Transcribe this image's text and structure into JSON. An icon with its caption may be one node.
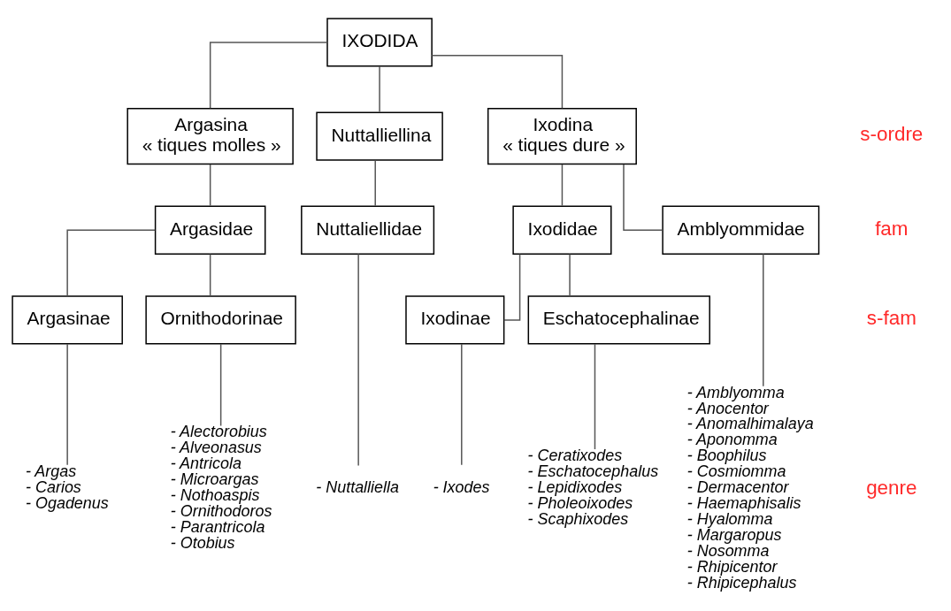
{
  "diagram": {
    "nodes": [
      {
        "text": [
          "IXODIDA"
        ]
      },
      {
        "text": [
          "Argasina",
          "« tiques molles »"
        ]
      },
      {
        "text": [
          "Nuttalliellina"
        ]
      },
      {
        "text": [
          "Ixodina",
          "« tiques dure »"
        ]
      },
      {
        "text": [
          "Argasidae"
        ]
      },
      {
        "text": [
          "Nuttaliellidae"
        ]
      },
      {
        "text": [
          "Ixodidae"
        ]
      },
      {
        "text": [
          "Amblyommidae"
        ]
      },
      {
        "text": [
          "Argasinae"
        ]
      },
      {
        "text": [
          "Ornithodorinae"
        ]
      },
      {
        "text": [
          "Ixodinae"
        ]
      },
      {
        "text": [
          "Eschatocephalinae"
        ]
      },
      {
        "text": [
          "- Argas",
          "- Carios",
          "- Ogadenus"
        ]
      },
      {
        "text": [
          "- Alectorobius",
          "- Alveonasus",
          "- Antricola",
          "- Microargas",
          "- Nothoaspis",
          "- Ornithodoros",
          "- Parantricola",
          "- Otobius"
        ]
      },
      {
        "text": [
          "- Nuttalliella"
        ]
      },
      {
        "text": [
          "- Ixodes"
        ]
      },
      {
        "text": [
          "- Ceratixodes",
          "- Eschatocephalus",
          "- Lepidixodes",
          "- Pholeoixodes",
          "- Scaphixodes"
        ]
      },
      {
        "text": [
          "- Amblyomma",
          "- Anocentor",
          "- Anomalhimalaya",
          "- Aponomma",
          "- Boophilus",
          "- Cosmiomma",
          "- Dermacentor",
          "- Haemaphisalis",
          "- Hyalomma",
          "- Margaropus",
          "- Nosomma",
          "- Rhipicentor",
          "- Rhipicephalus"
        ]
      }
    ],
    "edges": [
      {
        "from": 0,
        "to": 1,
        "arrow": "none"
      },
      {
        "from": 0,
        "to": 2,
        "arrow": "none"
      },
      {
        "from": 0,
        "to": 3,
        "arrow": "none"
      },
      {
        "from": 1,
        "to": 4,
        "arrow": "none"
      },
      {
        "from": 2,
        "to": 5,
        "arrow": "none"
      },
      {
        "from": 3,
        "to": 6,
        "arrow": "none"
      },
      {
        "from": 3,
        "to": 7,
        "arrow": "none"
      },
      {
        "from": 4,
        "to": 8,
        "arrow": "none"
      },
      {
        "from": 4,
        "to": 9,
        "arrow": "none"
      },
      {
        "from": 6,
        "to": 10,
        "arrow": "none"
      },
      {
        "from": 6,
        "to": 11,
        "arrow": "none"
      },
      {
        "from": 8,
        "to": 12,
        "arrow": "none"
      },
      {
        "from": 9,
        "to": 13,
        "arrow": "none"
      },
      {
        "from": 5,
        "to": 14,
        "arrow": "none"
      },
      {
        "from": 10,
        "to": 15,
        "arrow": "none"
      },
      {
        "from": 11,
        "to": 16,
        "arrow": "none"
      },
      {
        "from": 7,
        "to": 17,
        "arrow": "none"
      }
    ],
    "labels": [
      "s-ordre",
      "fam",
      "s-fam",
      "genre"
    ]
  }
}
